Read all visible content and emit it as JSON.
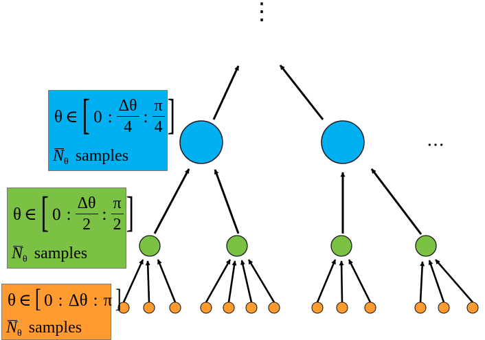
{
  "colors": {
    "blue": "#00b0f0",
    "green": "#7bc144",
    "orange": "#ff9b2f",
    "arrow": "#000000"
  },
  "levels": {
    "blue": {
      "theta_symbol": "θ",
      "in_symbol": "∈",
      "open_bracket": "[",
      "close_bracket": "]",
      "start": "0",
      "colon": ":",
      "step_numerator": "Δθ",
      "step_denominator": "4",
      "end_numerator": "π",
      "end_denominator": "4",
      "samples_symbol": "N",
      "samples_subscript": "θ",
      "samples_word": "samples"
    },
    "green": {
      "theta_symbol": "θ",
      "in_symbol": "∈",
      "open_bracket": "[",
      "close_bracket": "]",
      "start": "0",
      "colon": ":",
      "step_numerator": "Δθ",
      "step_denominator": "2",
      "end_numerator": "π",
      "end_denominator": "2",
      "samples_symbol": "N",
      "samples_subscript": "θ",
      "samples_word": "samples"
    },
    "orange": {
      "theta_symbol": "θ",
      "in_symbol": "∈",
      "open_bracket": "[",
      "close_bracket": "]",
      "start": "0",
      "colon": ":",
      "step": "Δθ",
      "end": "π",
      "samples_symbol": "N",
      "samples_subscript": "θ",
      "samples_word": "samples"
    }
  },
  "ellipsis": {
    "top": "⋮",
    "right": "…"
  }
}
